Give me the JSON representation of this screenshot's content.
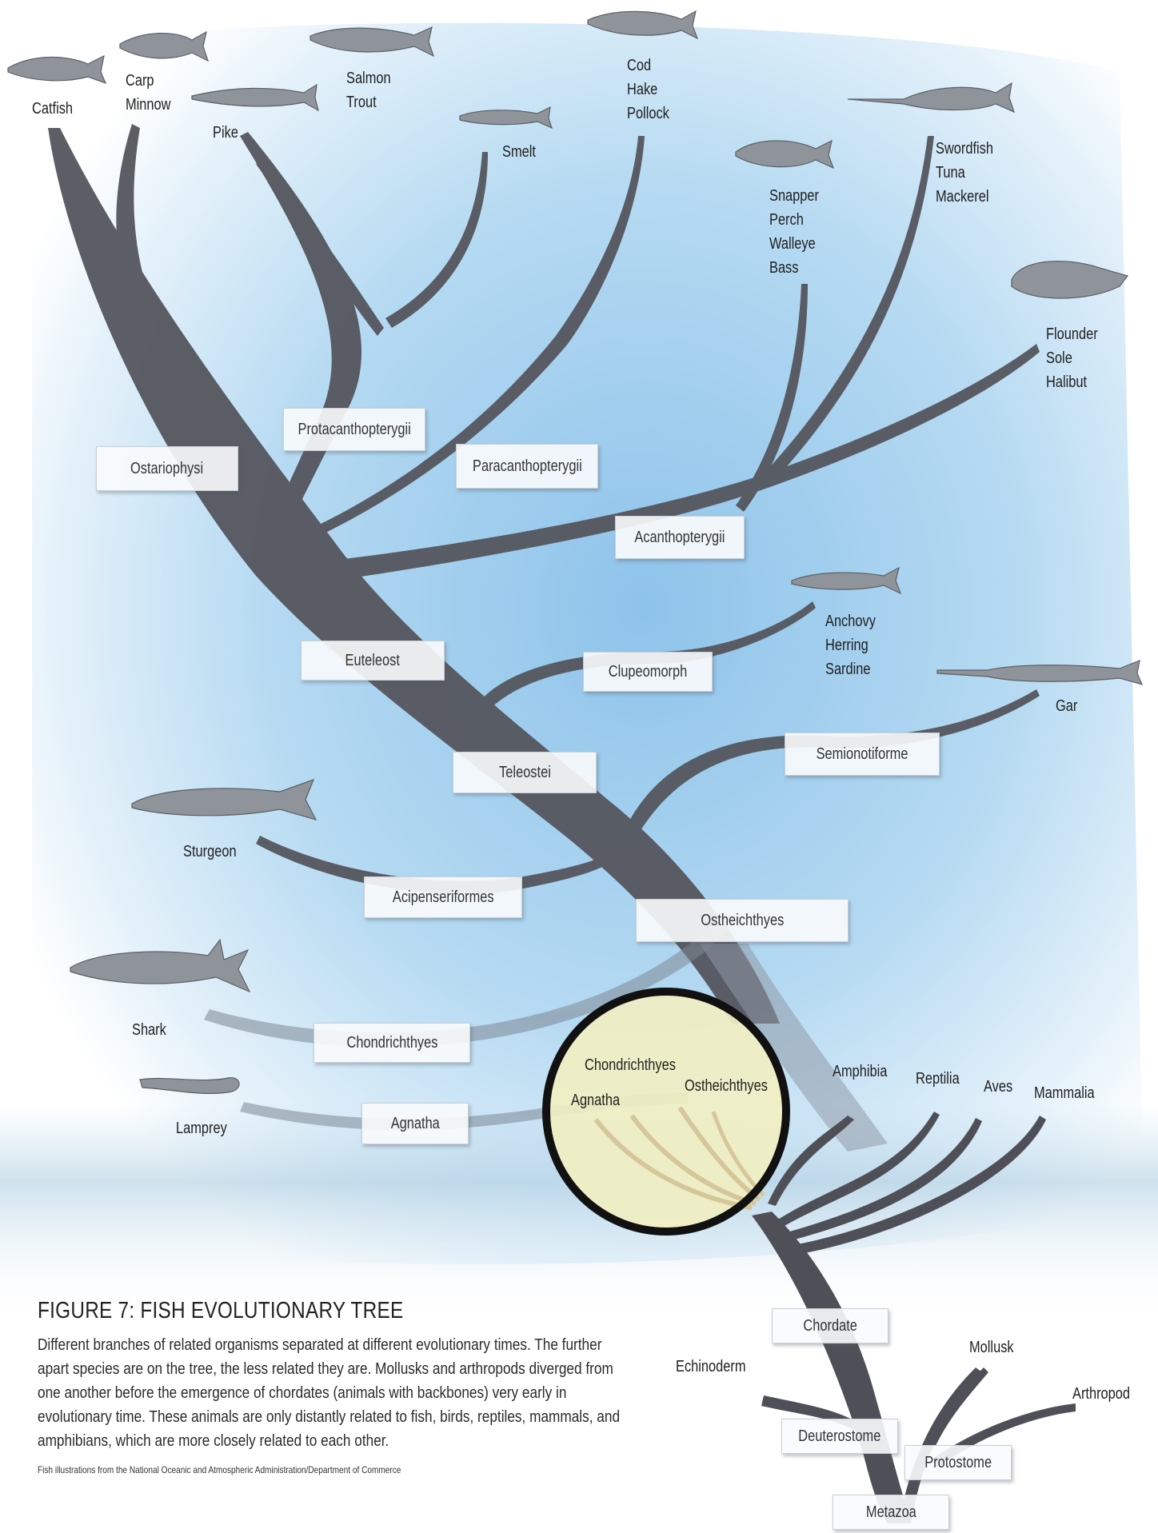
{
  "figure": {
    "title": "FIGURE 7: FISH EVOLUTIONARY TREE",
    "caption": "Different branches of related organisms separated at different evolutionary times. The further apart species are on the tree, the less related they are. Mollusks and arthropods diverged from one another before the emergence of chordates (animals with backbones) very early in evolutionary time. These animals are only distantly related to fish, birds, reptiles, mammals, and amphibians, which are more closely related to each other.",
    "credit": "Fish illustrations from the National Oceanic and Atmospheric Administration/Department of Commerce"
  },
  "taxa": {
    "ostariophysi": "Ostariophysi",
    "protacanthopterygii": "Protacanthopterygii",
    "paracanthopterygii": "Paracanthopterygii",
    "acanthopterygii": "Acanthopterygii",
    "euteleost": "Euteleost",
    "clupeomorph": "Clupeomorph",
    "teleostei": "Teleostei",
    "semionotiforme": "Semionotiforme",
    "acipenseriformes": "Acipenseriformes",
    "ostheichthyes": "Ostheichthyes",
    "chondrichthyes": "Chondrichthyes",
    "agnatha": "Agnatha",
    "chordate": "Chordate",
    "deuterostome": "Deuterostome",
    "protostome": "Protostome",
    "metazoa": "Metazoa"
  },
  "tips": {
    "catfish": "Catfish",
    "carp_minnow": [
      "Carp",
      "Minnow"
    ],
    "pike": "Pike",
    "salmon_trout": [
      "Salmon",
      "Trout"
    ],
    "smelt": "Smelt",
    "cod_hake_pollock": [
      "Cod",
      "Hake",
      "Pollock"
    ],
    "snapper_group": [
      "Snapper",
      "Perch",
      "Walleye",
      "Bass"
    ],
    "swordfish_group": [
      "Swordfish",
      "Tuna",
      "Mackerel"
    ],
    "flounder_group": [
      "Flounder",
      "Sole",
      "Halibut"
    ],
    "anchovy_group": [
      "Anchovy",
      "Herring",
      "Sardine"
    ],
    "gar": "Gar",
    "sturgeon": "Sturgeon",
    "shark": "Shark",
    "lamprey": "Lamprey",
    "amphibia": "Amphibia",
    "reptilia": "Reptilia",
    "aves": "Aves",
    "mammalia": "Mammalia",
    "echinoderm": "Echinoderm",
    "mollusk": "Mollusk",
    "arthropod": "Arthropod"
  },
  "inset": {
    "chondrichthyes": "Chondrichthyes",
    "agnatha": "Agnatha",
    "ostheichthyes": "Ostheichthyes"
  },
  "colors": {
    "branch": "#5e5f66",
    "water_light": "#e6f2fa",
    "water_mid": "#a9d2ee",
    "inset_fill": "#f1efc2",
    "inset_ring": "#111111"
  }
}
